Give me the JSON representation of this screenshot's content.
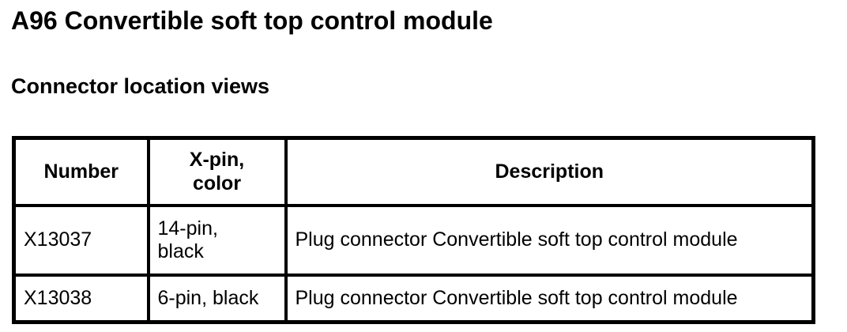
{
  "page": {
    "title": "A96 Convertible soft top control module",
    "subtitle": "Connector location views"
  },
  "table": {
    "headers": {
      "number": "Number",
      "x_pin_color": "X-pin,\ncolor",
      "description": "Description"
    },
    "rows": [
      {
        "number": "X13037",
        "x_pin_color": "14-pin,\nblack",
        "description": "Plug connector Convertible soft top control module"
      },
      {
        "number": "X13038",
        "x_pin_color": "6-pin, black",
        "description": "Plug connector Convertible soft top control module"
      }
    ]
  },
  "colors": {
    "text": "#000000",
    "background": "#ffffff",
    "table_border": "#000000"
  }
}
